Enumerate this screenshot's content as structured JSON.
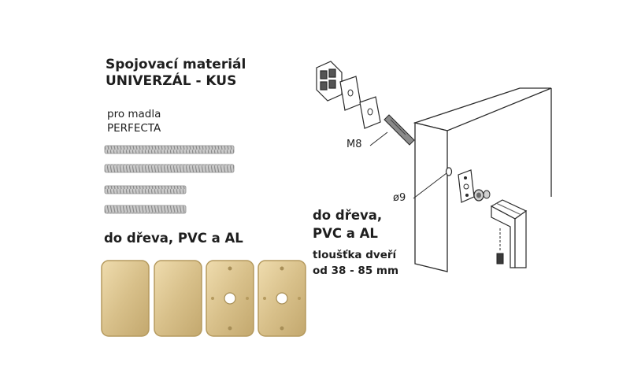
{
  "product": {
    "title_line1": "Spojovací materiál",
    "title_line2": "UNIVERZÁL - KUS",
    "usage_line1": "pro madla",
    "usage_line2": "PERFECTA",
    "materials": "do dřeva, PVC a AL"
  },
  "diagram": {
    "thread_label": "M8",
    "hole_label": "ø9",
    "materials_line1": "do dřeva,",
    "materials_line2": "PVC a AL",
    "thickness_line1": "tloušťka dveří",
    "thickness_line2": "od 38 - 85 mm"
  },
  "colors": {
    "brass": "#d8c08a",
    "brass_dark": "#b59a5e",
    "steel": "#b4b4b4"
  }
}
